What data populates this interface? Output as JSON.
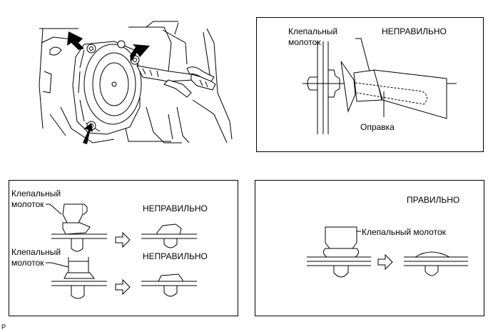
{
  "panel_top_right": {
    "tool_label_line1": "Клепальный",
    "tool_label_line2": "молоток",
    "status": "НЕПРАВИЛЬНО",
    "mandrel_label": "Оправка"
  },
  "panel_bottom_left": {
    "row1_tool_line1": "Клепальный",
    "row1_tool_line2": "молоток",
    "row1_status": "НЕПРАВИЛЬНО",
    "row2_tool_line1": "Клепальный",
    "row2_tool_line2": "молоток",
    "row2_status": "НЕПРАВИЛЬНО"
  },
  "panel_bottom_right": {
    "status": "ПРАВИЛЬНО",
    "tool_label": "Клепальный молоток"
  },
  "figure_code": "P"
}
